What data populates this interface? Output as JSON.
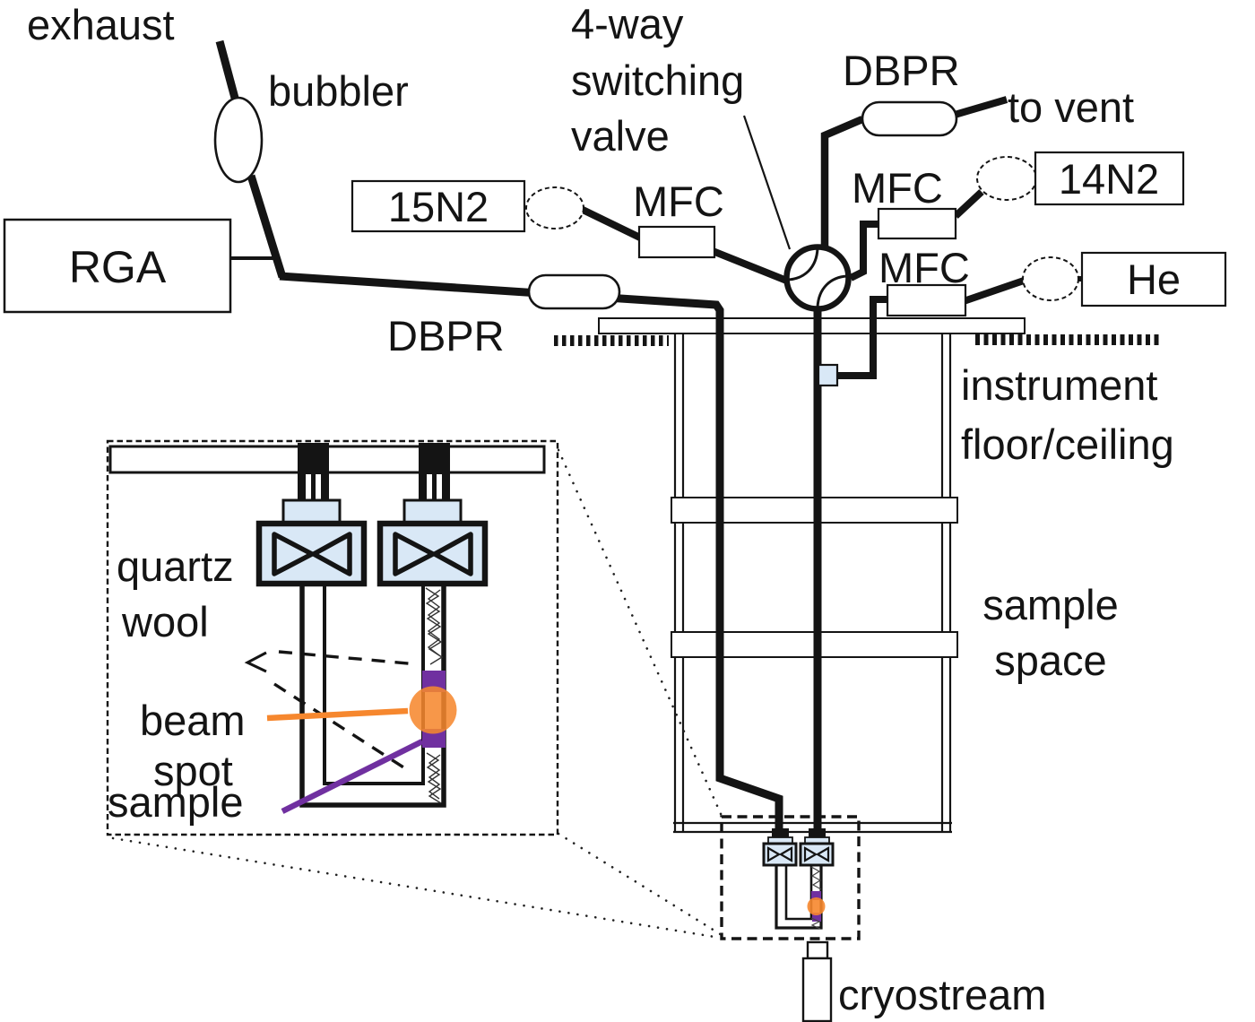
{
  "figure": {
    "type": "schematic-diagram",
    "colors": {
      "line_black": "#141414",
      "beam_orange": "#F6872E",
      "sample_purple": "#7030A0",
      "valve_blue": "#D9E8F6",
      "background": "#FFFFFF"
    },
    "labels": {
      "exhaust": "exhaust",
      "bubbler": "bubbler",
      "rga": "RGA",
      "gas_15n2": "15N2",
      "mfc": "MFC",
      "four_way_line1": "4-way",
      "four_way_line2": "switching",
      "four_way_line3": "valve",
      "dbpr": "DBPR",
      "to_vent": "to vent",
      "gas_14n2": "14N2",
      "gas_he": "He",
      "instrument_line1": "instrument",
      "instrument_line2": "floor/ceiling",
      "sample_space_line1": "sample",
      "sample_space_line2": "space",
      "cryostream": "cryostream"
    },
    "inset": {
      "quartz": "quartz",
      "wool": "wool",
      "beam": "beam",
      "spot": "spot",
      "sample": "sample"
    }
  }
}
